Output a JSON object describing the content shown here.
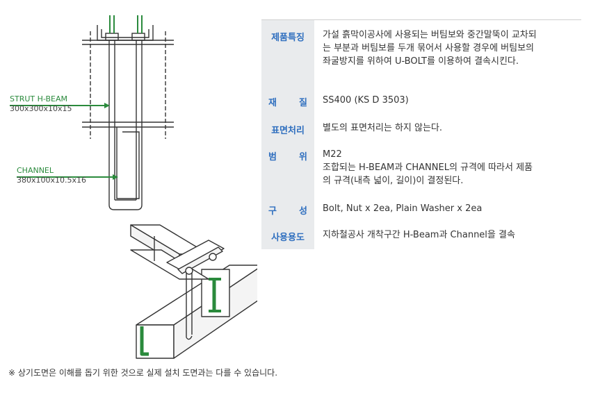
{
  "callouts": {
    "strut_name": "STRUT H-BEAM",
    "strut_size": "300x300x10x15",
    "channel_name": "CHANNEL",
    "channel_size": "380x100x10.5x16"
  },
  "spec": {
    "rows": [
      {
        "label": "제품특징",
        "lines": [
          "가설 흙막이공사에 사용되는 버팀보와 중간말뚝이 교차되",
          "는 부분과 버팀보를 두개 묶어서 사용할 경우에 버팀보의",
          "좌굴방지를 위하여 U-BOLT를 이용하여 결속시킨다."
        ]
      },
      {
        "label_chars": [
          "재",
          "질"
        ],
        "lines": [
          "SS400 (KS D 3503)"
        ]
      },
      {
        "label": "표면처리",
        "lines": [
          "별도의 표면처리는 하지 않는다."
        ]
      },
      {
        "label_chars": [
          "범",
          "위"
        ],
        "lines": [
          "M22",
          "조합되는 H-BEAM과 CHANNEL의 규격에 따라서 제품",
          "의 규격(내측 넓이, 길이)이 결정된다."
        ]
      },
      {
        "label_chars": [
          "구",
          "성"
        ],
        "lines": [
          "Bolt, Nut x 2ea, Plain Washer x 2ea"
        ]
      },
      {
        "label": "사용용도",
        "lines": [
          "지하철공사 개착구간 H-Beam과 Channel을 결속"
        ]
      }
    ]
  },
  "footnote": "※ 상기도면은 이해를 돕기 위한 것으로 실제 설치 도면과는 다를 수 있습니다.",
  "colors": {
    "accent_green": "#2a8a3c",
    "label_blue": "#2f6fbf",
    "label_bg": "#e9ebed"
  }
}
